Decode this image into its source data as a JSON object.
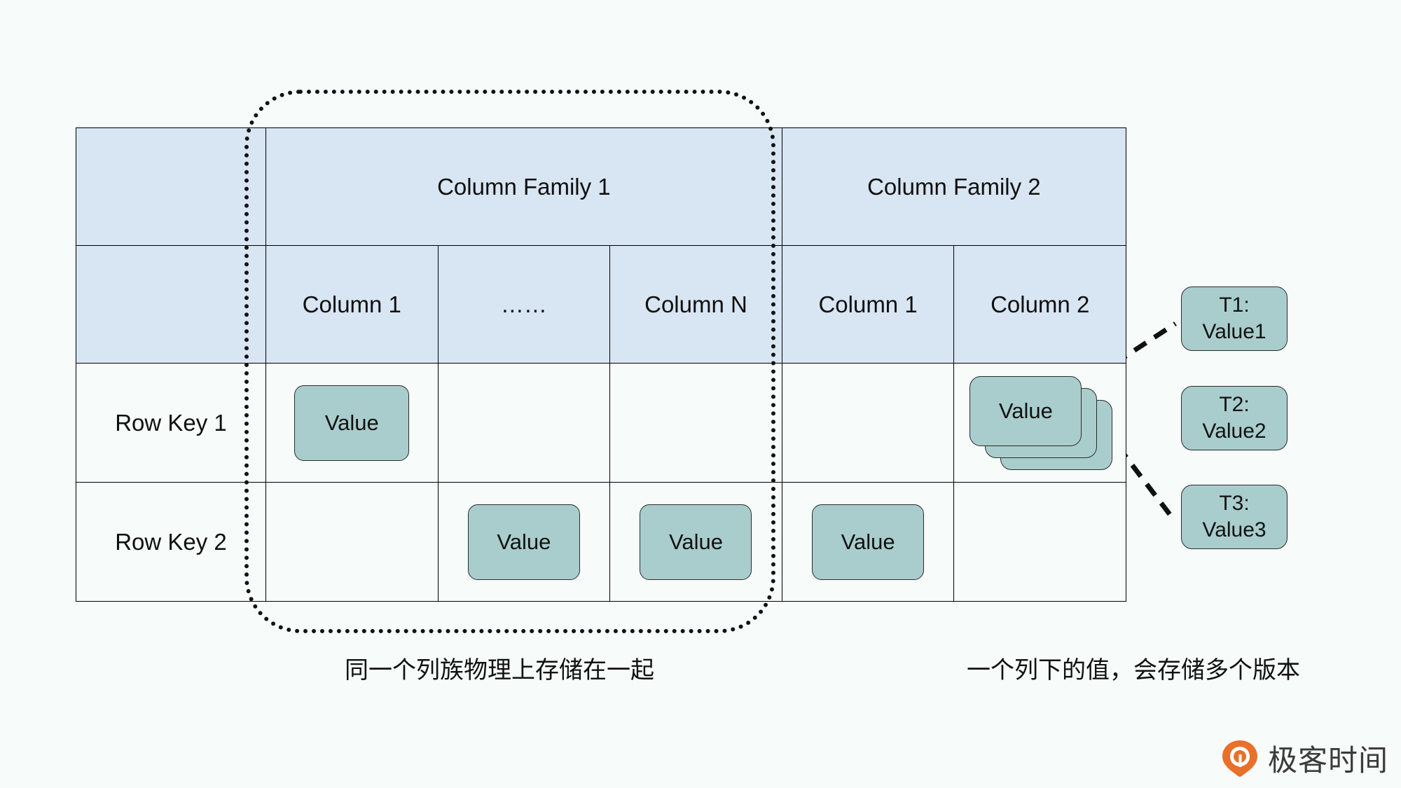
{
  "diagram": {
    "title": "HBase column family storage model",
    "table": {
      "family_headers": [
        {
          "label": "",
          "span": 1
        },
        {
          "label": "Column Family 1",
          "span": 3
        },
        {
          "label": "Column Family 2",
          "span": 2
        }
      ],
      "column_headers": [
        "",
        "Column 1",
        "……",
        "Column N",
        "Column 1",
        "Column 2"
      ],
      "rows": [
        {
          "row_key": "Row Key 1",
          "cells": [
            {
              "type": "value",
              "label": "Value"
            },
            {
              "type": "empty",
              "label": ""
            },
            {
              "type": "empty",
              "label": ""
            },
            {
              "type": "empty",
              "label": ""
            },
            {
              "type": "value-stack",
              "label": "Value",
              "stack_count": 3
            }
          ]
        },
        {
          "row_key": "Row Key 2",
          "cells": [
            {
              "type": "empty",
              "label": ""
            },
            {
              "type": "value",
              "label": "Value"
            },
            {
              "type": "value",
              "label": "Value"
            },
            {
              "type": "value",
              "label": "Value"
            },
            {
              "type": "empty",
              "label": ""
            }
          ]
        }
      ]
    },
    "versions": [
      {
        "time": "T1:",
        "value": "Value1"
      },
      {
        "time": "T2:",
        "value": "Value2"
      },
      {
        "time": "T3:",
        "value": "Value3"
      }
    ],
    "captions": {
      "left": "同一个列族物理上存储在一起",
      "right": "一个列下的值，会存储多个版本"
    },
    "logo": {
      "text": "极客时间",
      "mark_color": "#e8702a"
    },
    "colors": {
      "background": "#f7fbfa",
      "header_fill": "#d8e5f2",
      "value_fill": "#a9cdcd",
      "border": "#000000",
      "accent": "#e8702a"
    }
  }
}
